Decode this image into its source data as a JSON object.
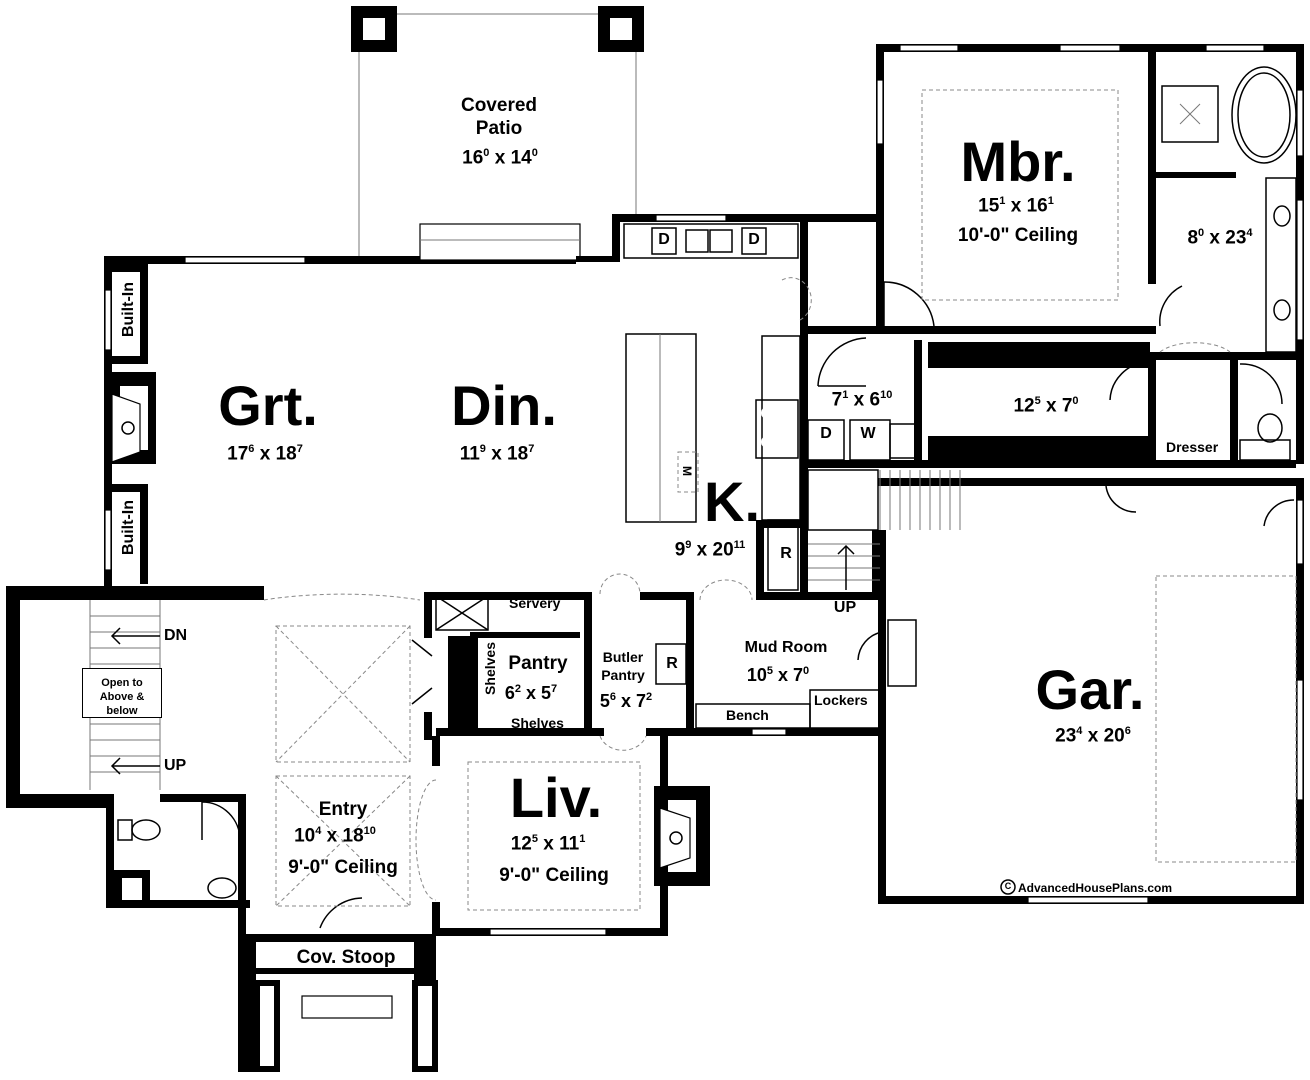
{
  "rooms": {
    "patio": {
      "name_line1": "Covered",
      "name_line2": "Patio",
      "w": "16",
      "wi": "0",
      "d": "14",
      "di": "0"
    },
    "mbr": {
      "name": "Mbr.",
      "w": "15",
      "wi": "1",
      "d": "16",
      "di": "1",
      "ceiling": "10'-0\" Ceiling"
    },
    "bath": {
      "w": "8",
      "wi": "0",
      "d": "23",
      "di": "4"
    },
    "grt": {
      "name": "Grt.",
      "w": "17",
      "wi": "6",
      "d": "18",
      "di": "7"
    },
    "din": {
      "name": "Din.",
      "w": "11",
      "wi": "9",
      "d": "18",
      "di": "7"
    },
    "kit": {
      "name": "K.",
      "w": "9",
      "wi": "9",
      "d": "20",
      "di": "11"
    },
    "laundry": {
      "w": "7",
      "wi": "1",
      "d": "6",
      "di": "10"
    },
    "closet": {
      "w": "12",
      "wi": "5",
      "d": "7",
      "di": "0"
    },
    "pantry": {
      "name": "Pantry",
      "w": "6",
      "wi": "2",
      "d": "5",
      "di": "7"
    },
    "butler": {
      "name_line1": "Butler",
      "name_line2": "Pantry",
      "w": "5",
      "wi": "6",
      "d": "7",
      "di": "2"
    },
    "mud": {
      "name": "Mud Room",
      "w": "10",
      "wi": "5",
      "d": "7",
      "di": "0"
    },
    "gar": {
      "name": "Gar.",
      "w": "23",
      "wi": "4",
      "d": "20",
      "di": "6"
    },
    "entry": {
      "name": "Entry",
      "w": "10",
      "wi": "4",
      "d": "18",
      "di": "10",
      "ceiling": "9'-0\" Ceiling"
    },
    "liv": {
      "name": "Liv.",
      "w": "12",
      "wi": "5",
      "d": "11",
      "di": "1",
      "ceiling": "9'-0\" Ceiling"
    }
  },
  "labels": {
    "builtin_top": "Built-In",
    "builtin_bottom": "Built-In",
    "dn": "DN",
    "up_stair": "UP",
    "up_mud": "UP",
    "open_to": "Open to Above & below",
    "servery": "Servery",
    "shelves_side": "Shelves",
    "shelves_bottom": "Shelves",
    "bench": "Bench",
    "lockers": "Lockers",
    "dresser": "Dresser",
    "stoop": "Cov. Stoop",
    "copyright": "AdvancedHousePlans.com",
    "copyright_mark": "C",
    "dryer_k1": "D",
    "dryer_k2": "D",
    "laundry_d": "D",
    "laundry_w": "W",
    "fridge_k": "R",
    "fridge_b": "R",
    "microwave": "M",
    "times": "x"
  }
}
